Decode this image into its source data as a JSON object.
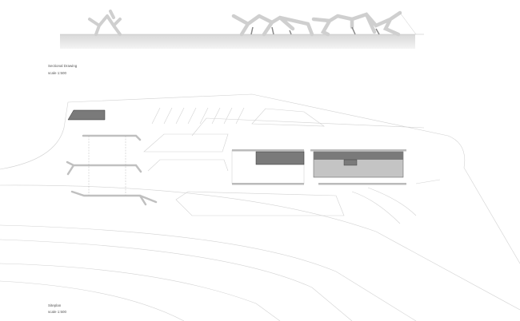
{
  "section": {
    "title": "Sectional Drawing",
    "scale": "scale 1:500"
  },
  "siteplan": {
    "title": "Siteplan",
    "scale": "scale 1:500"
  },
  "colors": {
    "ground": "#e4e4e4",
    "canopy": "#cfcfcf",
    "building_dark": "#7a7a7a",
    "building_light": "#c4c4c4",
    "line": "#d0d0d0"
  }
}
